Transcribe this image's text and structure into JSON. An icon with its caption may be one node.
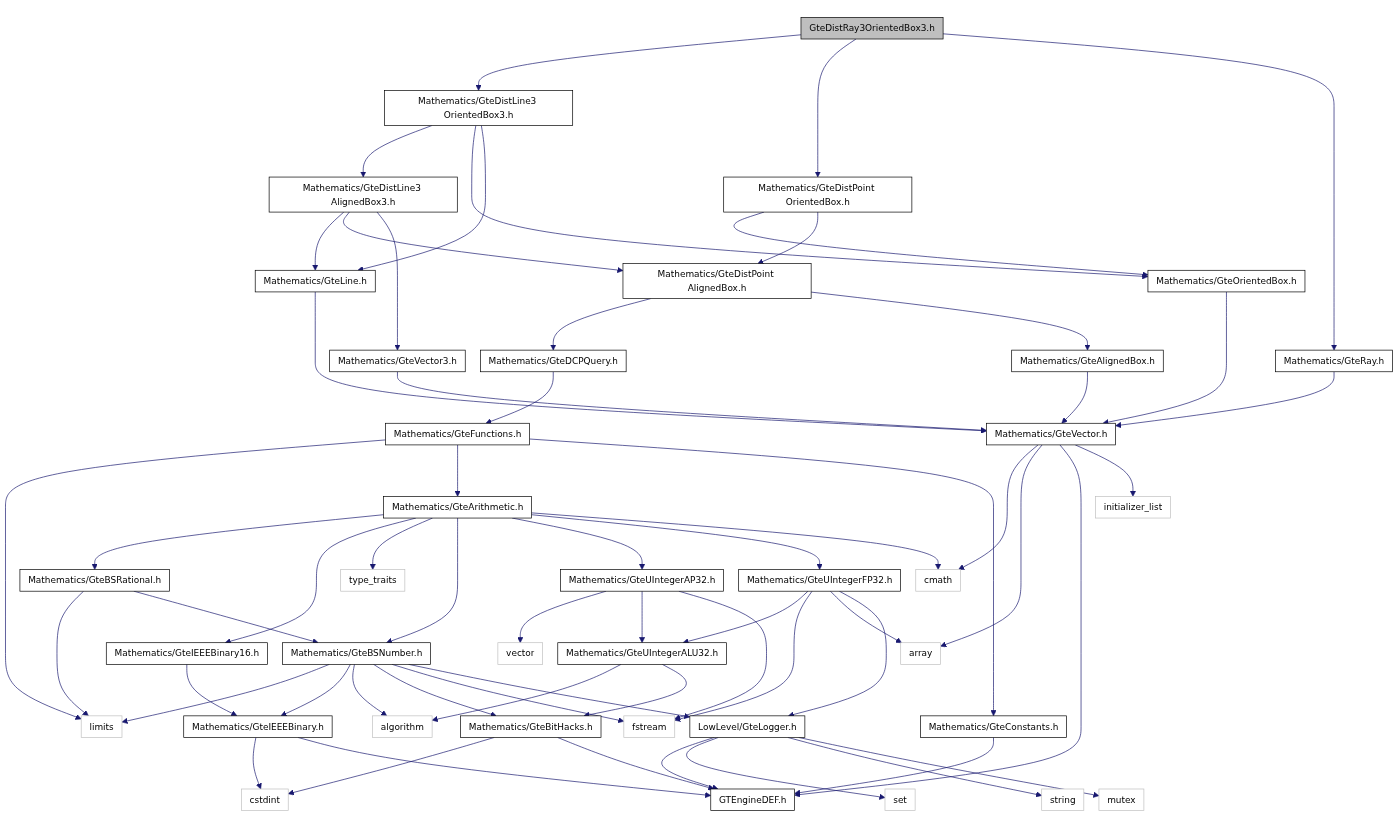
{
  "diagram": {
    "nodes": [
      {
        "text": [
          "GteDistRay3OrientedBox3.h"
        ]
      },
      {
        "text": [
          "Mathematics/GteDistLine3 OrientedBox3.h"
        ]
      },
      {
        "text": [
          "Mathematics/GteDistPoint OrientedBox.h"
        ]
      },
      {
        "text": [
          "Mathematics/GteRay.h"
        ]
      },
      {
        "text": [
          "Mathematics/GteDistLine3 AlignedBox3.h"
        ]
      },
      {
        "text": [
          "Mathematics/GteOrientedBox.h"
        ]
      },
      {
        "text": [
          "Mathematics/GteLine.h"
        ]
      },
      {
        "text": [
          "Mathematics/GteDistPoint AlignedBox.h"
        ]
      },
      {
        "text": [
          "Mathematics/GteVector3.h"
        ]
      },
      {
        "text": [
          "Mathematics/GteDCPQuery.h"
        ]
      },
      {
        "text": [
          "Mathematics/GteAlignedBox.h"
        ]
      },
      {
        "text": [
          "Mathematics/GteFunctions.h"
        ]
      },
      {
        "text": [
          "Mathematics/GteVector.h"
        ]
      },
      {
        "text": [
          "Mathematics/GteArithmetic.h"
        ]
      },
      {
        "text": [
          "Mathematics/GteConstants.h"
        ]
      },
      {
        "text": [
          "initializer_list"
        ]
      },
      {
        "text": [
          "Mathematics/GteBSRational.h"
        ]
      },
      {
        "text": [
          "type_traits"
        ]
      },
      {
        "text": [
          "Mathematics/GteUIntegerAP32.h"
        ]
      },
      {
        "text": [
          "Mathematics/GteUIntegerFP32.h"
        ]
      },
      {
        "text": [
          "cmath"
        ]
      },
      {
        "text": [
          "Mathematics/GteIEEEBinary16.h"
        ]
      },
      {
        "text": [
          "Mathematics/GteBSNumber.h"
        ]
      },
      {
        "text": [
          "vector"
        ]
      },
      {
        "text": [
          "Mathematics/GteUIntegerALU32.h"
        ]
      },
      {
        "text": [
          "array"
        ]
      },
      {
        "text": [
          "limits"
        ]
      },
      {
        "text": [
          "Mathematics/GteIEEEBinary.h"
        ]
      },
      {
        "text": [
          "algorithm"
        ]
      },
      {
        "text": [
          "Mathematics/GteBitHacks.h"
        ]
      },
      {
        "text": [
          "fstream"
        ]
      },
      {
        "text": [
          "LowLevel/GteLogger.h"
        ]
      },
      {
        "text": [
          "cstdint"
        ]
      },
      {
        "text": [
          "GTEngineDEF.h"
        ]
      },
      {
        "text": [
          "set"
        ]
      },
      {
        "text": [
          "string"
        ]
      },
      {
        "text": [
          "mutex"
        ]
      }
    ],
    "edges": [
      {
        "from": 0,
        "to": 1,
        "arrow": "to"
      },
      {
        "from": 0,
        "to": 2,
        "arrow": "to"
      },
      {
        "from": 0,
        "to": 3,
        "arrow": "to"
      },
      {
        "from": 1,
        "to": 4,
        "arrow": "to"
      },
      {
        "from": 1,
        "to": 5,
        "arrow": "to"
      },
      {
        "from": 1,
        "to": 6,
        "arrow": "to"
      },
      {
        "from": 2,
        "to": 5,
        "arrow": "to"
      },
      {
        "from": 2,
        "to": 7,
        "arrow": "to"
      },
      {
        "from": 3,
        "to": 12,
        "arrow": "to"
      },
      {
        "from": 4,
        "to": 6,
        "arrow": "to"
      },
      {
        "from": 4,
        "to": 7,
        "arrow": "to"
      },
      {
        "from": 4,
        "to": 8,
        "arrow": "to"
      },
      {
        "from": 5,
        "to": 12,
        "arrow": "to"
      },
      {
        "from": 6,
        "to": 12,
        "arrow": "to"
      },
      {
        "from": 7,
        "to": 9,
        "arrow": "to"
      },
      {
        "from": 7,
        "to": 10,
        "arrow": "to"
      },
      {
        "from": 8,
        "to": 12,
        "arrow": "to"
      },
      {
        "from": 9,
        "to": 11,
        "arrow": "to"
      },
      {
        "from": 10,
        "to": 12,
        "arrow": "to"
      },
      {
        "from": 11,
        "to": 26,
        "arrow": "to"
      },
      {
        "from": 11,
        "to": 13,
        "arrow": "to"
      },
      {
        "from": 11,
        "to": 14,
        "arrow": "to"
      },
      {
        "from": 12,
        "to": 20,
        "arrow": "to"
      },
      {
        "from": 12,
        "to": 25,
        "arrow": "to"
      },
      {
        "from": 12,
        "to": 33,
        "arrow": "to"
      },
      {
        "from": 12,
        "to": 15,
        "arrow": "to"
      },
      {
        "from": 13,
        "to": 16,
        "arrow": "to"
      },
      {
        "from": 13,
        "to": 21,
        "arrow": "to"
      },
      {
        "from": 13,
        "to": 17,
        "arrow": "to"
      },
      {
        "from": 13,
        "to": 22,
        "arrow": "to"
      },
      {
        "from": 13,
        "to": 18,
        "arrow": "to"
      },
      {
        "from": 13,
        "to": 19,
        "arrow": "to"
      },
      {
        "from": 13,
        "to": 20,
        "arrow": "to"
      },
      {
        "from": 14,
        "to": 33,
        "arrow": "to"
      },
      {
        "from": 16,
        "to": 26,
        "arrow": "to"
      },
      {
        "from": 16,
        "to": 22,
        "arrow": "to"
      },
      {
        "from": 18,
        "to": 23,
        "arrow": "to"
      },
      {
        "from": 18,
        "to": 24,
        "arrow": "to"
      },
      {
        "from": 18,
        "to": 30,
        "arrow": "to"
      },
      {
        "from": 19,
        "to": 24,
        "arrow": "to"
      },
      {
        "from": 19,
        "to": 30,
        "arrow": "to"
      },
      {
        "from": 19,
        "to": 25,
        "arrow": "to"
      },
      {
        "from": 19,
        "to": 31,
        "arrow": "to"
      },
      {
        "from": 21,
        "to": 27,
        "arrow": "to"
      },
      {
        "from": 22,
        "to": 26,
        "arrow": "to"
      },
      {
        "from": 22,
        "to": 27,
        "arrow": "to"
      },
      {
        "from": 22,
        "to": 28,
        "arrow": "to"
      },
      {
        "from": 22,
        "to": 29,
        "arrow": "to"
      },
      {
        "from": 22,
        "to": 30,
        "arrow": "to"
      },
      {
        "from": 22,
        "to": 31,
        "arrow": "to"
      },
      {
        "from": 24,
        "to": 28,
        "arrow": "to"
      },
      {
        "from": 24,
        "to": 29,
        "arrow": "to"
      },
      {
        "from": 27,
        "to": 32,
        "arrow": "to"
      },
      {
        "from": 27,
        "to": 33,
        "arrow": "to"
      },
      {
        "from": 29,
        "to": 32,
        "arrow": "to"
      },
      {
        "from": 29,
        "to": 33,
        "arrow": "to"
      },
      {
        "from": 31,
        "to": 33,
        "arrow": "to"
      },
      {
        "from": 31,
        "to": 34,
        "arrow": "to"
      },
      {
        "from": 31,
        "to": 35,
        "arrow": "to"
      },
      {
        "from": 31,
        "to": 36,
        "arrow": "to"
      }
    ]
  }
}
